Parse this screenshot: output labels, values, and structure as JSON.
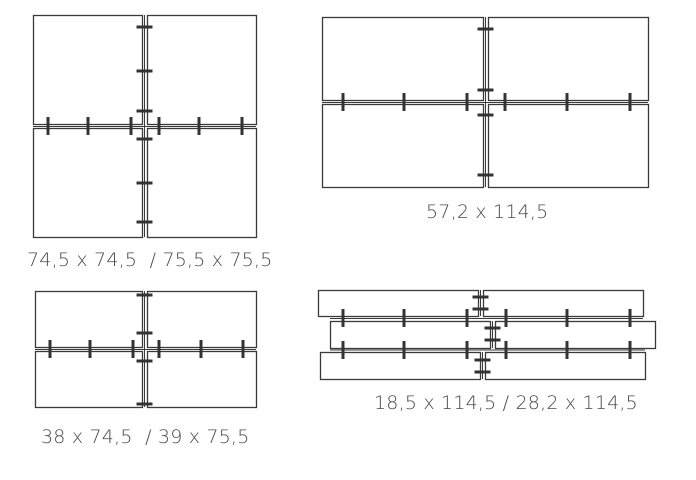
{
  "diagrams": [
    {
      "label": "74,5 x 74,5  / 75,5 x 75,5"
    },
    {
      "label": "57,2 x 114,5"
    },
    {
      "label": "38 x 74,5  / 39 x 75,5"
    },
    {
      "label": "18,5 x 114,5 / 28,2 x 114,5"
    }
  ],
  "colors": {
    "panel_stroke": "#3a3a3a",
    "clip": "#333333",
    "text": "#4a4a4a"
  }
}
